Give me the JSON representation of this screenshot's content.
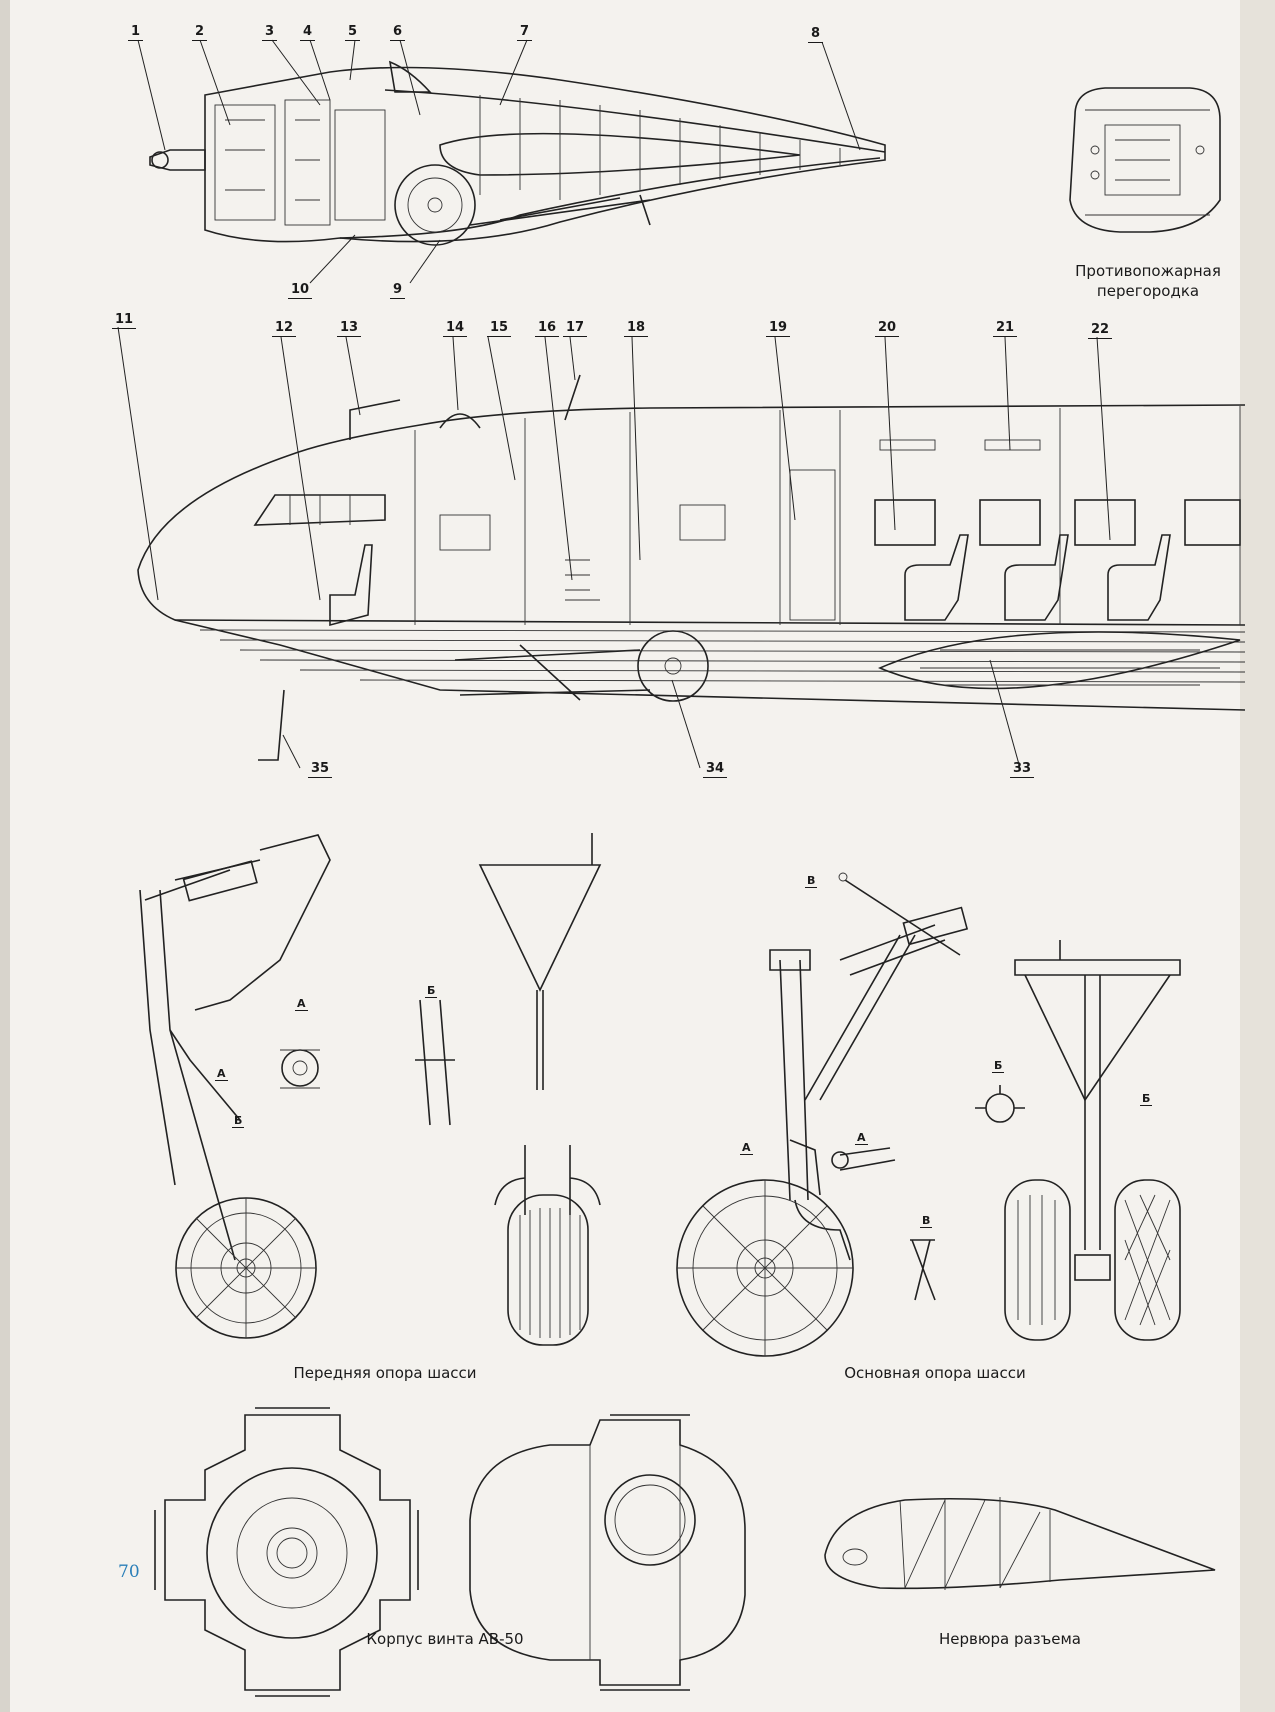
{
  "page_number": "70",
  "engine_nacelle": {
    "callouts": [
      "1",
      "2",
      "3",
      "4",
      "5",
      "6",
      "7",
      "8",
      "9",
      "10"
    ]
  },
  "firewall": {
    "caption_line1": "Противопожарная",
    "caption_line2": "перегородка"
  },
  "fuselage": {
    "callouts_top": [
      "11",
      "12",
      "13",
      "14",
      "15",
      "16",
      "17",
      "18",
      "19",
      "20",
      "21",
      "22"
    ],
    "callouts_bottom": [
      "35",
      "34",
      "33"
    ]
  },
  "nose_gear": {
    "caption": "Передняя опора шасси",
    "letters": [
      "А",
      "Б",
      "А",
      "Б"
    ]
  },
  "main_gear": {
    "caption": "Основная опора шасси",
    "letters": [
      "В",
      "А",
      "А",
      "В",
      "Б",
      "Б"
    ]
  },
  "propeller_hub": {
    "caption": "Корпус винта АВ-50"
  },
  "rib": {
    "caption": "Нервюра разъема"
  }
}
